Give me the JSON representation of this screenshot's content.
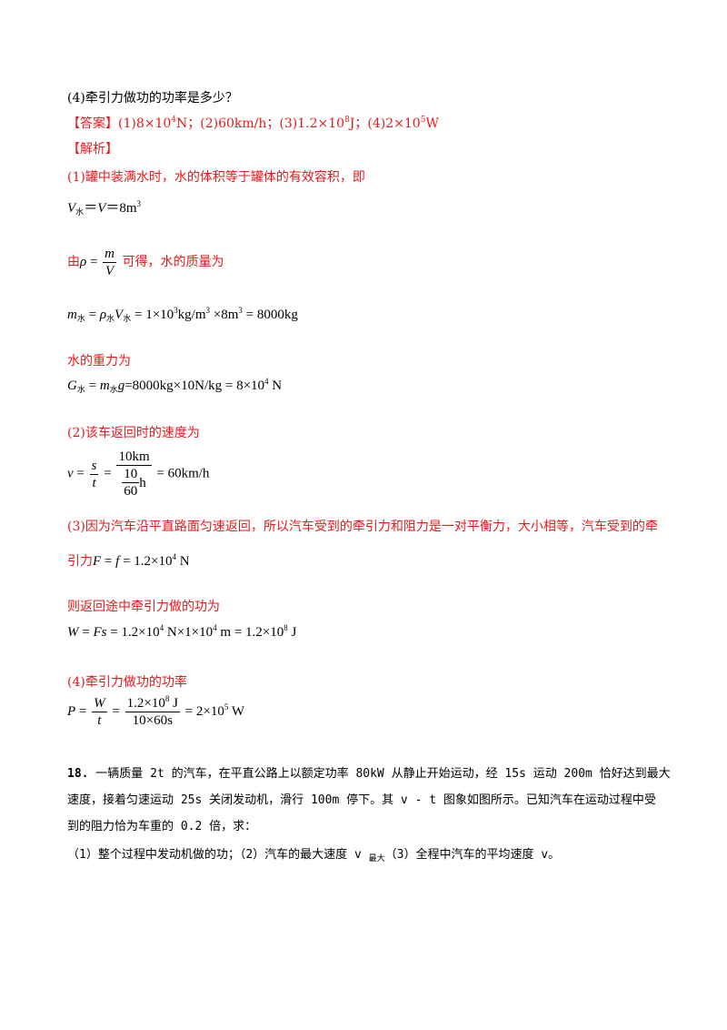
{
  "q4_prev": "(4)牵引力做功的功率是多少？",
  "answer": {
    "tag": "【答案】",
    "p1": "(1)8×10",
    "p1_exp": "4",
    "p1_unit": "N；(2)60km/h；(3)1.2×10",
    "p3_exp": "8",
    "p3_unit": "J；(4)2×10",
    "p4_exp": "5",
    "p4_unit": "W"
  },
  "analysis_tag": "【解析】",
  "s1_text": "(1)罐中装满水时，水的体积等于罐体的有效容积，即",
  "eq1": {
    "V": "V",
    "sub": "水",
    "eq": "＝",
    "V2": "V",
    "rest": "＝8m",
    "exp": "3"
  },
  "density": {
    "prefix": "由",
    "rho": "ρ",
    "eq": " = ",
    "num": "m",
    "den": "V",
    "suffix": " 可得，水的质量为"
  },
  "eq2": {
    "m": "m",
    "sub1": "水",
    "eq": " = ",
    "rho": "ρ",
    "sub2": "水",
    "V": "V",
    "sub3": "水",
    "rhs1": " = 1×10",
    "e1": "3",
    "rhs2": "kg/m",
    "e2": "3",
    "rhs3": " ×8m",
    "e3": "3",
    "rhs4": " = 8000kg"
  },
  "gravity_text": "水的重力为",
  "eq3": {
    "G": "G",
    "sub1": "水",
    "eq": " = ",
    "m": "m",
    "sub2": "水",
    "g": "g",
    "rhs1": "=8000kg×10N/kg = 8×10",
    "e1": "4",
    "rhs2": " N"
  },
  "s2_text": "(2)该车返回时的速度为",
  "eq4": {
    "v": "v",
    "eq": " = ",
    "num1": "s",
    "den1": "t",
    "eq2": " = ",
    "num2": "10km",
    "den2_num": "10",
    "den2_den": "60",
    "den2_unit": "h",
    "rhs": " = 60km/h"
  },
  "s3_text": "(3)因为汽车沿平直路面匀速返回，所以汽车受到的牵引力和阻力是一对平衡力，大小相等，汽车受到的牵",
  "eq5": {
    "prefix": "引力",
    "F": "F",
    "eq": " = ",
    "f": "f",
    "rhs": " = 1.2×10",
    "e": "4",
    "unit": " N"
  },
  "work_text": "则返回途中牵引力做的功为",
  "eq6": {
    "W": "W",
    "eq": " = ",
    "Fs": "Fs",
    "rhs1": " = 1.2×10",
    "e1": "4",
    "rhs2": " N×1×10",
    "e2": "4",
    "rhs3": " m = 1.2×10",
    "e3": "8",
    "rhs4": " J"
  },
  "s4_text": "(4)牵引力做功的功率",
  "eq7": {
    "P": "P",
    "eq": " = ",
    "num1": "W",
    "den1": "t",
    "eq2": " = ",
    "num2a": "1.2×10",
    "num2e": "8",
    "num2b": " J",
    "den2": "10×60s",
    "rhs": " = 2×10",
    "e": "5",
    "unit": " W"
  },
  "q18": {
    "num": "18.",
    "line1": " 一辆质量 2t 的汽车，在平直公路上以额定功率 80kW 从静止开始运动，经 15s 运动 200m 恰好达到最大",
    "line2": "速度，接着匀速运动 25s 关闭发动机，滑行 100m 停下。其 v - t 图象如图所示。已知汽车在运动过程中受",
    "line3": "到的阻力恰为车重的 0.2 倍，求：",
    "line4a": "（1）整个过程中发动机做的功；（2）汽车的最大速度 v ",
    "line4_sub": "最大",
    "line4b": "（3）全程中汽车的平均速度 v。"
  }
}
